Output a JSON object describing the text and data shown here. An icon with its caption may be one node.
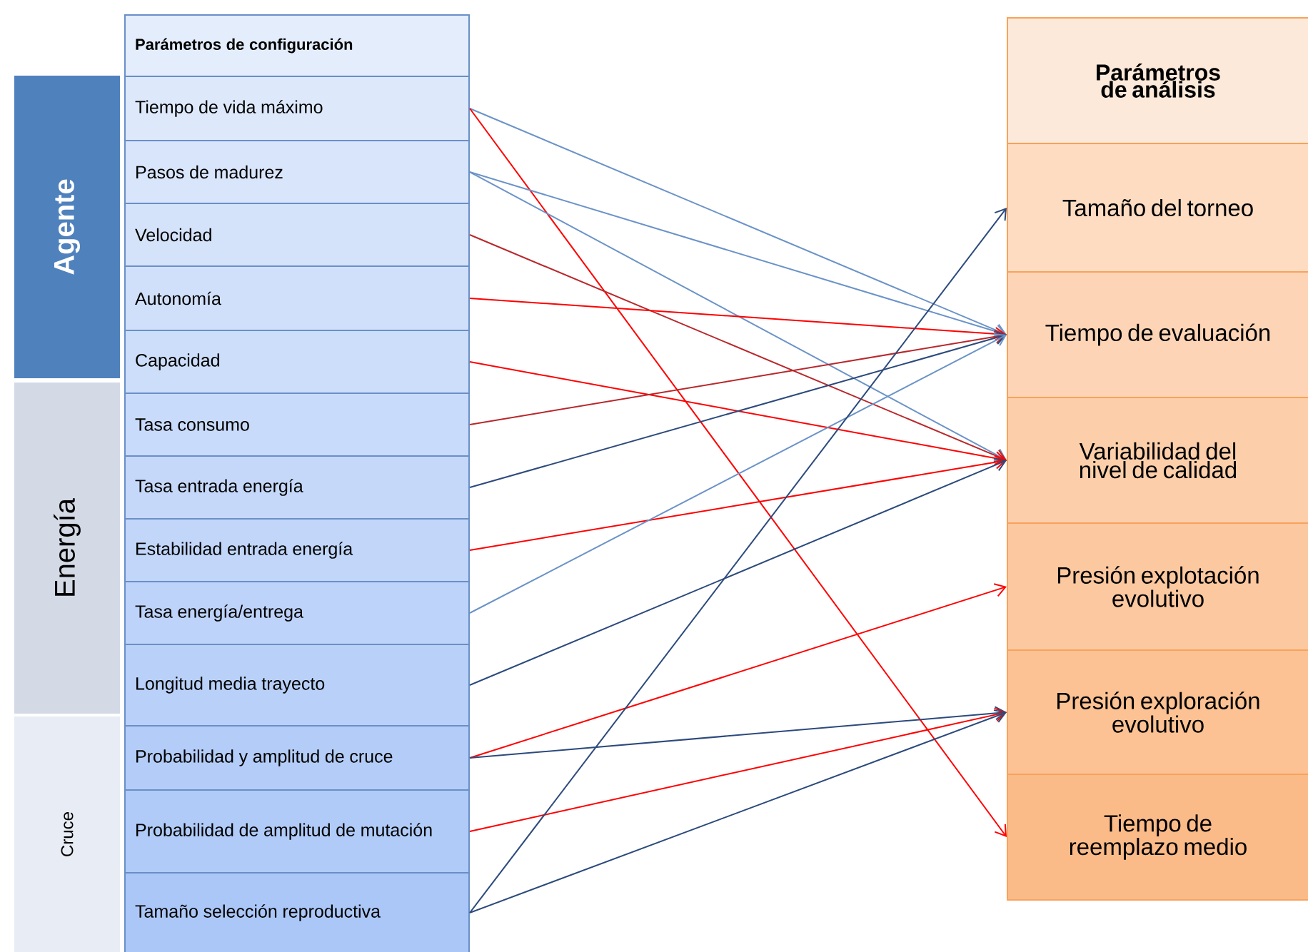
{
  "diagram": {
    "nodes": [
      {
        "text": [
          "Parámetros de configuración"
        ]
      },
      {
        "text": [
          "Agente"
        ]
      },
      {
        "text": [
          "Energía"
        ]
      },
      {
        "text": [
          "Cruce"
        ]
      },
      {
        "text": [
          "Tiempo de vida máximo"
        ]
      },
      {
        "text": [
          "Pasos de madurez"
        ]
      },
      {
        "text": [
          "Velocidad"
        ]
      },
      {
        "text": [
          "Autonomía"
        ]
      },
      {
        "text": [
          "Capacidad"
        ]
      },
      {
        "text": [
          "Tasa consumo"
        ]
      },
      {
        "text": [
          "Tasa entrada energía"
        ]
      },
      {
        "text": [
          "Estabilidad entrada energía"
        ]
      },
      {
        "text": [
          "Tasa energía/entrega"
        ]
      },
      {
        "text": [
          "Longitud media trayecto"
        ]
      },
      {
        "text": [
          "Probabilidad y amplitud de cruce"
        ]
      },
      {
        "text": [
          "Probabilidad de amplitud de mutación"
        ]
      },
      {
        "text": [
          "Tamaño selección reproductiva"
        ]
      },
      {
        "text": [
          "Parámetros de análisis"
        ]
      },
      {
        "text": [
          "Tamaño del torneo"
        ]
      },
      {
        "text": [
          "Tiempo de evaluación"
        ]
      },
      {
        "text": [
          "Variabilidad del nivel de calidad"
        ]
      },
      {
        "text": [
          "Presión explotación evolutivo"
        ]
      },
      {
        "text": [
          "Presión exploración evolutivo"
        ]
      },
      {
        "text": [
          "Tiempo de reemplazo medio"
        ]
      }
    ],
    "edges": [
      {
        "from": 4,
        "to": 19,
        "arrow": "to",
        "color": "#6b93c8"
      },
      {
        "from": 4,
        "to": 23,
        "arrow": "to"
      },
      {
        "from": 5,
        "to": 19,
        "arrow": "to",
        "color": "#6b93c8"
      },
      {
        "from": 5,
        "to": 20,
        "arrow": "to",
        "color": "#6b93c8"
      },
      {
        "from": 6,
        "to": 20,
        "arrow": "to",
        "color": "#b8282c"
      },
      {
        "from": 7,
        "to": 19,
        "arrow": "to"
      },
      {
        "from": 8,
        "to": 20,
        "arrow": "to"
      },
      {
        "from": 9,
        "to": 19,
        "arrow": "to",
        "color": "#b8282c"
      },
      {
        "from": 10,
        "to": 19,
        "arrow": "to",
        "color": "#2c4a7c"
      },
      {
        "from": 11,
        "to": 20,
        "arrow": "to"
      },
      {
        "from": 12,
        "to": 19,
        "arrow": "to",
        "color": "#6b93c8"
      },
      {
        "from": 13,
        "to": 20,
        "arrow": "to",
        "color": "#2c4a7c"
      },
      {
        "from": 14,
        "to": 21,
        "arrow": "to"
      },
      {
        "from": 14,
        "to": 22,
        "arrow": "to",
        "color": "#2c4a7c"
      },
      {
        "from": 15,
        "to": 22,
        "arrow": "to"
      },
      {
        "from": 16,
        "to": 18,
        "arrow": "to",
        "color": "#2c4a7c"
      },
      {
        "from": 16,
        "to": 22,
        "arrow": "to",
        "color": "#2c4a7c"
      }
    ]
  }
}
